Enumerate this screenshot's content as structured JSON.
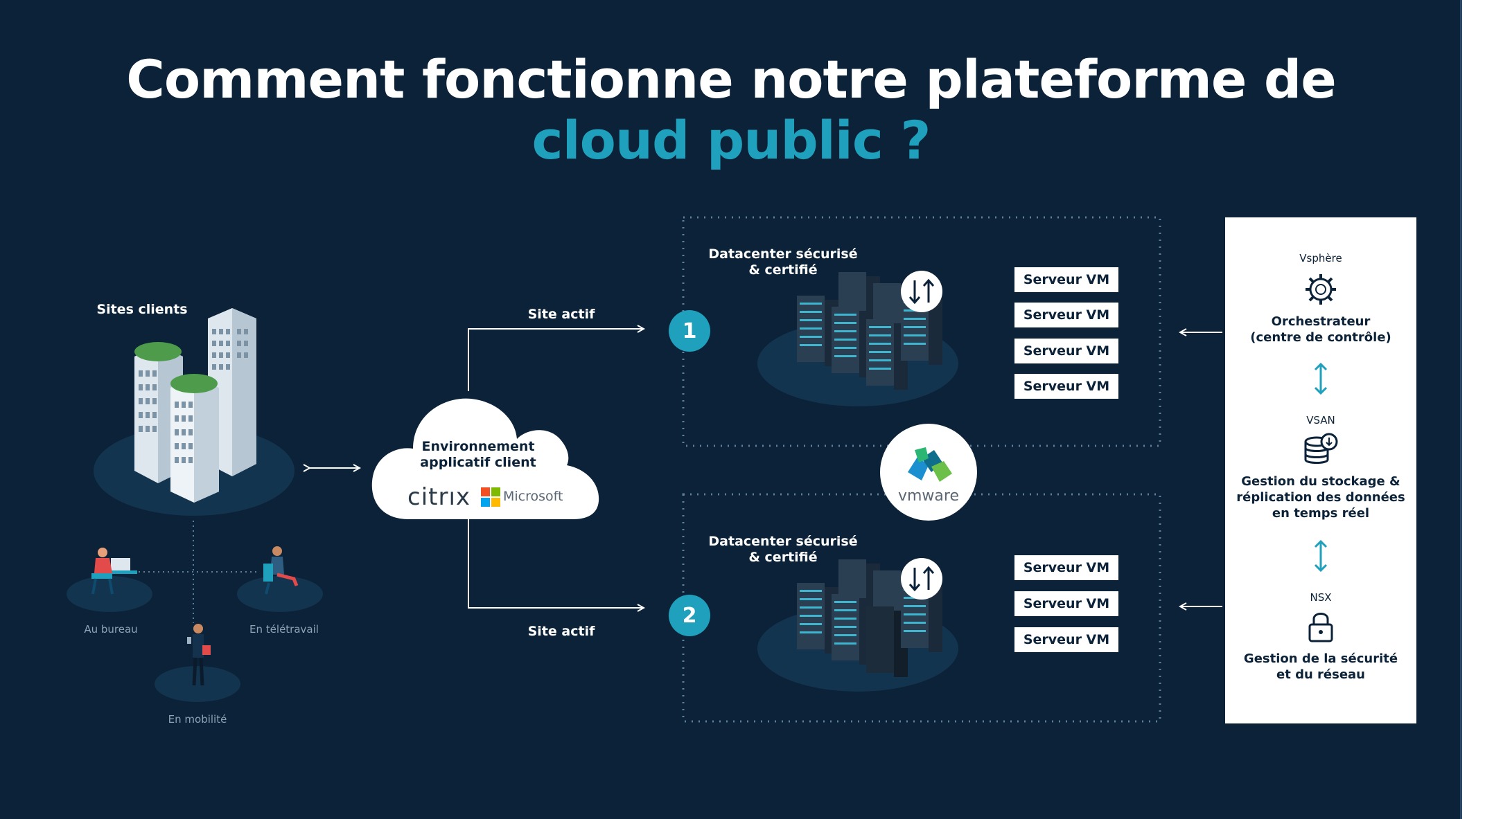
{
  "title": {
    "line1": "Comment fonctionne notre plateforme de",
    "line2": "cloud public ?"
  },
  "clients": {
    "label": "Sites clients",
    "office": "Au bureau",
    "remote": "En télétravail",
    "mobile": "En mobilité"
  },
  "cloud": {
    "line1": "Environnement",
    "line2": "applicatif client",
    "citrix": "citrıx",
    "microsoft": "Microsoft"
  },
  "links": {
    "site1": "Site actif",
    "site2": "Site actif",
    "num1": "1",
    "num2": "2"
  },
  "datacenter1": {
    "line1": "Datacenter sécurisé",
    "line2": "& certifié",
    "vms": [
      "Serveur VM",
      "Serveur VM",
      "Serveur VM",
      "Serveur VM"
    ]
  },
  "datacenter2": {
    "line1": "Datacenter sécurisé",
    "line2": "& certifié",
    "vms": [
      "Serveur VM",
      "Serveur VM",
      "Serveur VM"
    ]
  },
  "vmware": {
    "label": "vmware"
  },
  "sidebar": {
    "vsphere": {
      "small": "Vsphère",
      "line1": "Orchestrateur",
      "line2": "(centre de contrôle)"
    },
    "vsan": {
      "small": "VSAN",
      "line1": "Gestion du stockage &",
      "line2": "réplication des données",
      "line3": "en temps réel"
    },
    "nsx": {
      "small": "NSX",
      "line1": "Gestion de la sécurité",
      "line2": "et du réseau"
    }
  },
  "colors": {
    "background": "#0b2238",
    "accent": "#1fa1bd",
    "white": "#ffffff"
  }
}
